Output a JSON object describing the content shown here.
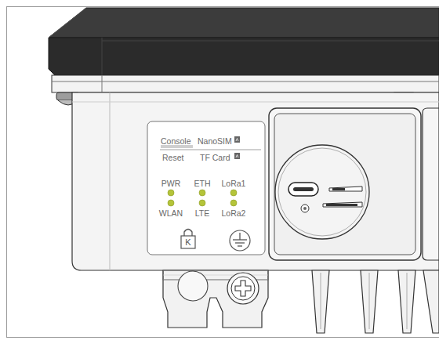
{
  "diagram": {
    "labels": [
      "Console",
      "NanoSIM",
      "Reset",
      "TF Card",
      "PWR",
      "ETH",
      "LoRa1",
      "WLAN",
      "LTE",
      "LoRa2",
      "K"
    ]
  }
}
